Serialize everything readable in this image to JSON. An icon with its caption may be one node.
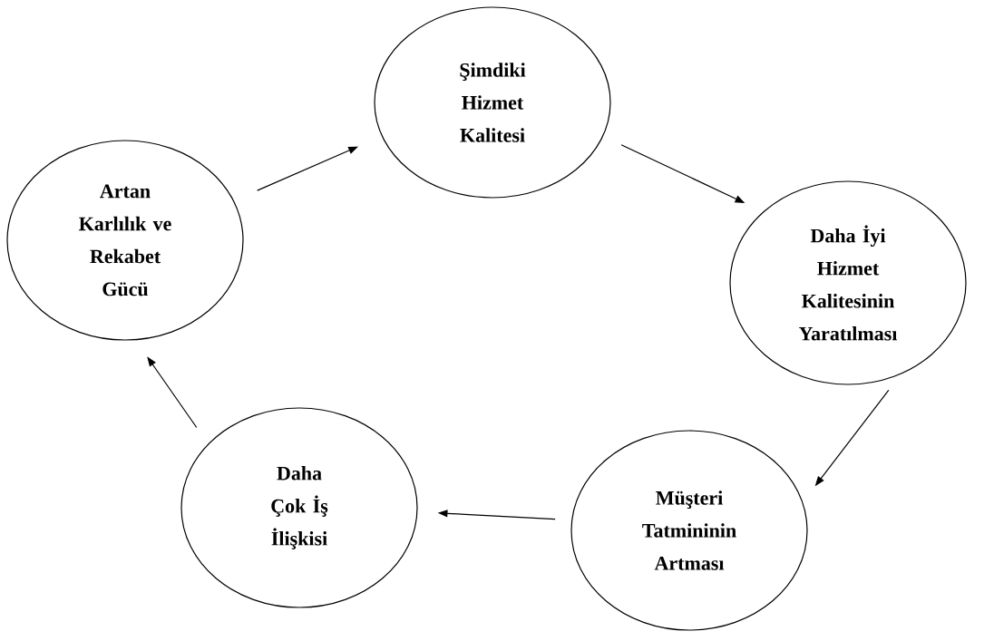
{
  "diagram": {
    "nodes": [
      {
        "text": [
          "Şimdiki Hizmet Kalitesi"
        ]
      },
      {
        "text": [
          "Daha İyi Hizmet Kalitesinin Yaratılması"
        ]
      },
      {
        "text": [
          "Müşteri Tatmininin Artması"
        ]
      },
      {
        "text": [
          "Daha Çok İş İlişkisi"
        ]
      },
      {
        "text": [
          "Artan Karlılık ve Rekabet Gücü"
        ]
      }
    ],
    "edges": [
      {
        "from": 4,
        "to": 0,
        "arrow": "to"
      },
      {
        "from": 0,
        "to": 1,
        "arrow": "to"
      },
      {
        "from": 1,
        "to": 2,
        "arrow": "to"
      },
      {
        "from": 2,
        "to": 3,
        "arrow": "to"
      },
      {
        "from": 3,
        "to": 4,
        "arrow": "to"
      }
    ]
  }
}
